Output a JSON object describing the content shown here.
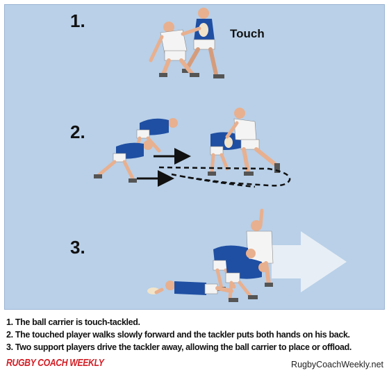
{
  "steps": [
    {
      "number": "1.",
      "label": "Touch"
    },
    {
      "number": "2."
    },
    {
      "number": "3."
    }
  ],
  "captions": [
    "1. The ball carrier is touch-tackled.",
    "2. The touched player walks slowly forward and the tackler puts both hands on his back.",
    "3. Two support players drive the tackler away, allowing the ball carrier to place or offload."
  ],
  "footer": {
    "brand": "RUGBY COACH WEEKLY",
    "site": "RugbyCoachWeekly.net"
  },
  "colors": {
    "background": "#b9d0e8",
    "team_blue": "#1f4fa3",
    "team_white": "#f4f4f4",
    "brand_red": "#d21f26"
  }
}
